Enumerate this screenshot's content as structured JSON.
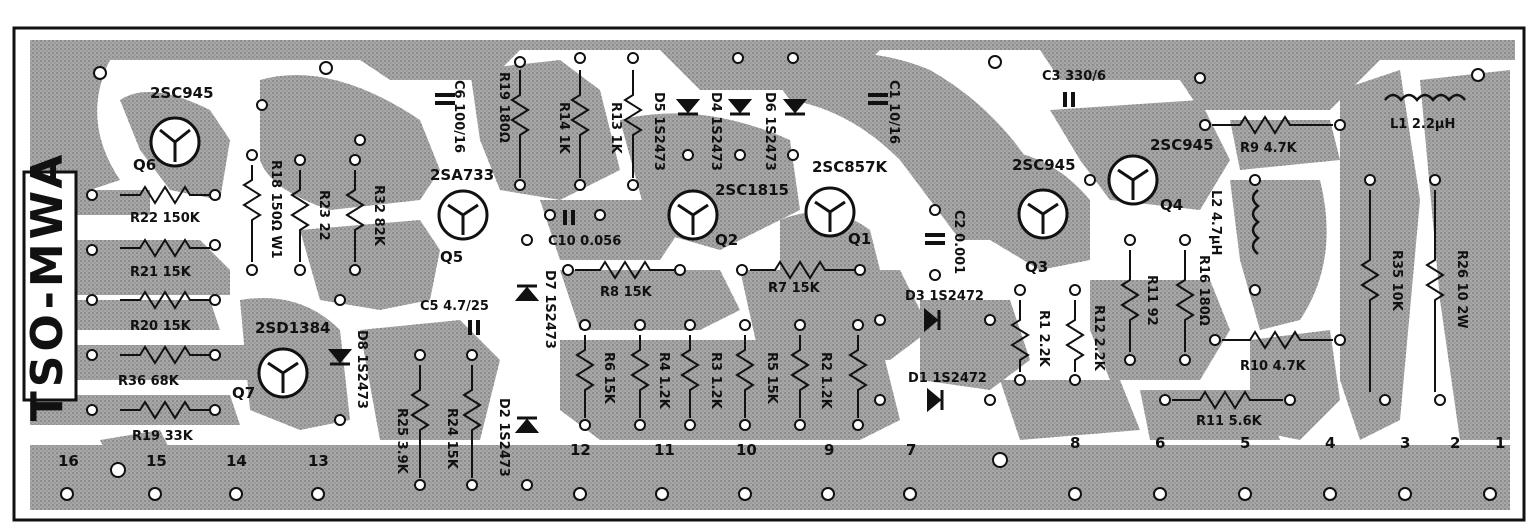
{
  "board": {
    "title": "TSO-MWA"
  },
  "component_labels": [
    {
      "id": "q6",
      "text": "2SC945"
    },
    {
      "id": "q6_ref",
      "text": "Q6"
    },
    {
      "id": "r22",
      "text": "R22 150K"
    },
    {
      "id": "r21",
      "text": "R21 15K"
    },
    {
      "id": "r20",
      "text": "R20 15K"
    },
    {
      "id": "r36",
      "text": "R36 68K"
    },
    {
      "id": "r19",
      "text": "R19 33K"
    },
    {
      "id": "r18",
      "text": "R18 150Ω W1"
    },
    {
      "id": "r23",
      "text": "R23 22"
    },
    {
      "id": "r32",
      "text": "R32 82K"
    },
    {
      "id": "q7",
      "text": "2SD1384"
    },
    {
      "id": "q7_ref",
      "text": "Q7"
    },
    {
      "id": "d8",
      "text": "D8 1S2473"
    },
    {
      "id": "c6",
      "text": "C6 100/16"
    },
    {
      "id": "q5",
      "text": "2SA733"
    },
    {
      "id": "q5_ref",
      "text": "Q5"
    },
    {
      "id": "c5",
      "text": "C5 4.7/25"
    },
    {
      "id": "d7",
      "text": "D7 1S2473"
    },
    {
      "id": "r25",
      "text": "R25 3.9K"
    },
    {
      "id": "r24",
      "text": "R24 15K"
    },
    {
      "id": "d2",
      "text": "D2 1S2473"
    },
    {
      "id": "r19b",
      "text": "R19 180Ω"
    },
    {
      "id": "r14",
      "text": "R14 1K"
    },
    {
      "id": "r13",
      "text": "R13 1K"
    },
    {
      "id": "d5",
      "text": "D5 1S2473"
    },
    {
      "id": "d4",
      "text": "D4 1S2473"
    },
    {
      "id": "d6",
      "text": "D6 1S2473"
    },
    {
      "id": "c10",
      "text": "C10 0.056"
    },
    {
      "id": "r8",
      "text": "R8 15K"
    },
    {
      "id": "r6",
      "text": "R6 15K"
    },
    {
      "id": "r4",
      "text": "R4 1.2K"
    },
    {
      "id": "r3",
      "text": "R3 1.2K"
    },
    {
      "id": "r5",
      "text": "R5 15K"
    },
    {
      "id": "r2",
      "text": "R2 1.2K"
    },
    {
      "id": "q2",
      "text": "2SC1815"
    },
    {
      "id": "q2_ref",
      "text": "Q2"
    },
    {
      "id": "r7",
      "text": "R7 15K"
    },
    {
      "id": "q1",
      "text": "2SC857K"
    },
    {
      "id": "q1_ref",
      "text": "Q1"
    },
    {
      "id": "c1",
      "text": "C1 10/16"
    },
    {
      "id": "c2",
      "text": "C2 0.001"
    },
    {
      "id": "d3",
      "text": "D3 1S2472"
    },
    {
      "id": "d1",
      "text": "D1 1S2472"
    },
    {
      "id": "q3",
      "text": "2SC945"
    },
    {
      "id": "q3_ref",
      "text": "Q3"
    },
    {
      "id": "r1",
      "text": "R1 2.2K"
    },
    {
      "id": "r12",
      "text": "R12 2.2K"
    },
    {
      "id": "c3",
      "text": "C3 330/6"
    },
    {
      "id": "q4",
      "text": "2SC945"
    },
    {
      "id": "q4_ref",
      "text": "Q4"
    },
    {
      "id": "r9",
      "text": "R9 4.7K"
    },
    {
      "id": "l1",
      "text": "L1 2.2μH"
    },
    {
      "id": "l2",
      "text": "L2 4.7μH"
    },
    {
      "id": "r11",
      "text": "R11 92"
    },
    {
      "id": "r10",
      "text": "R10 4.7K"
    },
    {
      "id": "r11b",
      "text": "R11 5.6K"
    },
    {
      "id": "r16",
      "text": "R16 180Ω"
    },
    {
      "id": "r35",
      "text": "R35 10K"
    },
    {
      "id": "r26",
      "text": "R26 10 2W"
    }
  ],
  "pad_numbers": [
    {
      "id": "p16",
      "text": "16"
    },
    {
      "id": "p15",
      "text": "15"
    },
    {
      "id": "p14",
      "text": "14"
    },
    {
      "id": "p13",
      "text": "13"
    },
    {
      "id": "p12",
      "text": "12"
    },
    {
      "id": "p11",
      "text": "11"
    },
    {
      "id": "p10",
      "text": "10"
    },
    {
      "id": "p9",
      "text": "9"
    },
    {
      "id": "p7",
      "text": "7"
    },
    {
      "id": "p8",
      "text": "8"
    },
    {
      "id": "p6",
      "text": "6"
    },
    {
      "id": "p5",
      "text": "5"
    },
    {
      "id": "p4",
      "text": "4"
    },
    {
      "id": "p3",
      "text": "3"
    },
    {
      "id": "p2",
      "text": "2"
    },
    {
      "id": "p1",
      "text": "1"
    }
  ],
  "colors": {
    "copper": "#9a9a9a",
    "board": "#ffffff",
    "ink": "#111111"
  }
}
